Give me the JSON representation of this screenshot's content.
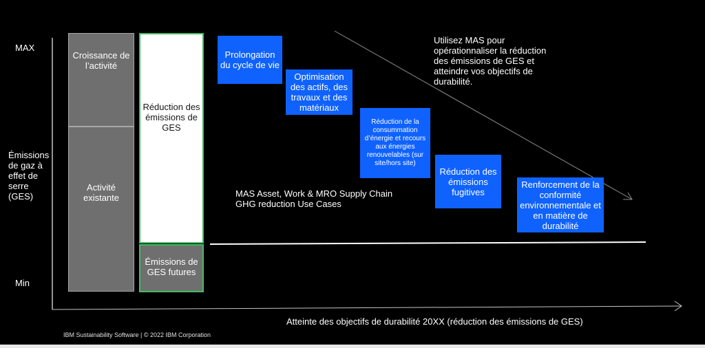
{
  "axis": {
    "y_max": "MAX",
    "y_min": "Min",
    "y_label": "Émissions de gaz à effet de serre (GES)",
    "x_label": "Atteinte des objectifs de durabilité 20XX (réduction des émissions de GES)"
  },
  "bars": {
    "growth": "Croissance de l’activité",
    "existing": "Activité existante",
    "reduction": "Réduction des émissions de GES",
    "future": "Émissions de GES futures"
  },
  "steps": [
    "Prolongation du cycle de vie",
    "Optimisation des actifs, des travaux et des matériaux",
    "Réduction de la consummation d’énergie et recours aux énergies renouvelables (sur site/hors site)",
    "Réduction des émissions fugitives",
    "Renforcement de la conformité environnementale et en matière de durabilité"
  ],
  "use_cases": "MAS Asset, Work  & MRO Supply Chain GHG reduction Use Cases",
  "callout": "Utilisez MAS pour opérationnaliser la réduction des émissions de GES et atteindre vos objectifs de durabilité.",
  "footer": "IBM Sustainability Software | © 2022 IBM Corporation",
  "colors": {
    "step_blue": "#0f62fe",
    "bar_gray": "#6f6f6f",
    "frame_green": "#42be65"
  }
}
